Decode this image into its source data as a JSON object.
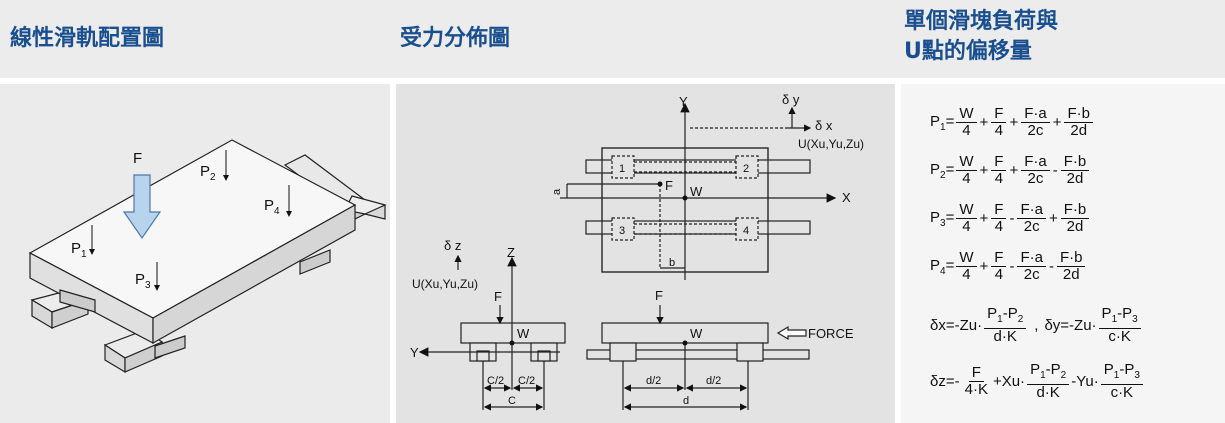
{
  "headers": {
    "col1": "線性滑軌配置圖",
    "col2": "受力分佈圖",
    "col3_line1": "單個滑塊負荷與",
    "col3_line2": "U點的偏移量"
  },
  "iso_labels": {
    "force": "F",
    "p1": "P",
    "p1_sub": "1",
    "p2": "P",
    "p2_sub": "2",
    "p3": "P",
    "p3_sub": "3",
    "p4": "P",
    "p4_sub": "4"
  },
  "top_view": {
    "y_axis": "Y",
    "x_axis": "X",
    "delta_y": "δ y",
    "delta_x": "δ x",
    "u_label": "U(Xu,Yu,Zu)",
    "force": "F",
    "weight": "W",
    "a": "a",
    "b": "b",
    "block1": "1",
    "block2": "2",
    "block3": "3",
    "block4": "4"
  },
  "side_view": {
    "delta_z": "δ z",
    "z_axis": "Z",
    "u_label": "U(Xu,Yu,Zu)",
    "force": "F",
    "weight": "W",
    "y_axis": "Y",
    "c_half_left": "C/2",
    "c_half_right": "C/2",
    "c": "C"
  },
  "front_view": {
    "force": "F",
    "weight": "W",
    "force_arrow_label": "FORCE",
    "d_half_left": "d/2",
    "d_half_right": "d/2",
    "d": "d"
  },
  "formulas": {
    "p_rows": [
      {
        "lhs": "P",
        "sub": "1",
        "t1n": "W",
        "t1d": "4",
        "op1": "+",
        "t2n": "F",
        "t2d": "4",
        "op2": "+",
        "t3n": "F·a",
        "t3d": "2c",
        "op3": "+",
        "t4n": "F·b",
        "t4d": "2d"
      },
      {
        "lhs": "P",
        "sub": "2",
        "t1n": "W",
        "t1d": "4",
        "op1": "+",
        "t2n": "F",
        "t2d": "4",
        "op2": "+",
        "t3n": "F·a",
        "t3d": "2c",
        "op3": "-",
        "t4n": "F·b",
        "t4d": "2d"
      },
      {
        "lhs": "P",
        "sub": "3",
        "t1n": "W",
        "t1d": "4",
        "op1": "+",
        "t2n": "F",
        "t2d": "4",
        "op2": "-",
        "t3n": "F·a",
        "t3d": "2c",
        "op3": "+",
        "t4n": "F·b",
        "t4d": "2d"
      },
      {
        "lhs": "P",
        "sub": "4",
        "t1n": "W",
        "t1d": "4",
        "op1": "+",
        "t2n": "F",
        "t2d": "4",
        "op2": "-",
        "t3n": "F·a",
        "t3d": "2c",
        "op3": "-",
        "t4n": "F·b",
        "t4d": "2d"
      }
    ],
    "dx_lhs": "δx=-Zu·",
    "dx_num_a": "P",
    "dx_num_a_sub": "1",
    "dx_num_minus": "-",
    "dx_num_b": "P",
    "dx_num_b_sub": "2",
    "dx_den": "d·K",
    "comma": ",",
    "dy_lhs": "δy=-Zu·",
    "dy_num_a": "P",
    "dy_num_a_sub": "1",
    "dy_num_minus": "-",
    "dy_num_b": "P",
    "dy_num_b_sub": "3",
    "dy_den": "c·K",
    "dz_lhs": "δz=-",
    "dz_f_num": "F",
    "dz_f_den": "4·K",
    "dz_mid": "+Xu·",
    "dz_num2_a": "P",
    "dz_num2_a_sub": "1",
    "dz_num2_minus": "-",
    "dz_num2_b": "P",
    "dz_num2_b_sub": "2",
    "dz_den2": "d·K",
    "dz_mid2": "-Yu·",
    "dz_num3_a": "P",
    "dz_num3_a_sub": "1",
    "dz_num3_minus": "-",
    "dz_num3_b": "P",
    "dz_num3_b_sub": "3",
    "dz_den3": "c·K"
  }
}
